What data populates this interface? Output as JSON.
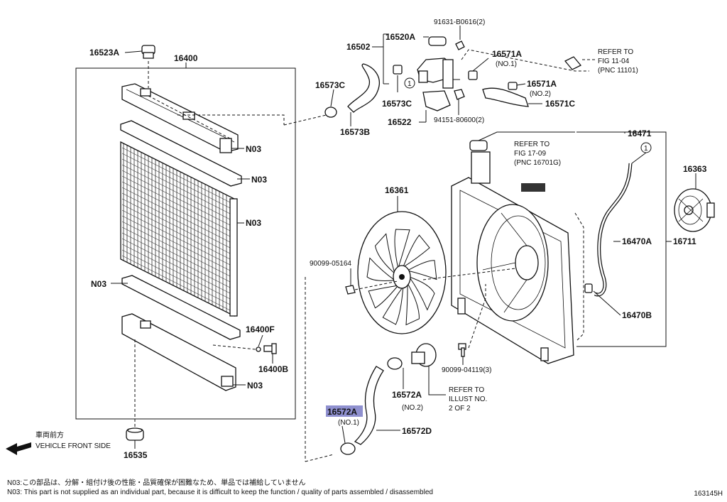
{
  "labels": {
    "p16400": "16400",
    "p16523A": "16523A",
    "p16502": "16502",
    "p16520A": "16520A",
    "p91631": "91631-B0616(2)",
    "p16571A_1": "16571A",
    "no1_a": "(NO.1)",
    "p16571A_2": "16571A",
    "no2_a": "(NO.2)",
    "p16571C": "16571C",
    "p16573C_1": "16573C",
    "p16573C_2": "16573C",
    "p16573B": "16573B",
    "p16522": "16522",
    "p94151": "94151-80600(2)",
    "refer_1104_a": "REFER TO",
    "refer_1104_b": "FIG 11-04",
    "refer_1104_c": "(PNC 11101)",
    "p16471": "16471",
    "refer_1709_a": "REFER TO",
    "refer_1709_b": "FIG 17-09",
    "refer_1709_c": "(PNC 16701G)",
    "p16363": "16363",
    "p16361": "16361",
    "p16470A": "16470A",
    "p16711": "16711",
    "p16470B": "16470B",
    "p90099_05164": "90099-05164",
    "p90099_04119": "90099-04119(3)",
    "p16400F": "16400F",
    "p16400B": "16400B",
    "p16535": "16535",
    "p16572A_1": "16572A",
    "no2_b": "(NO.2)",
    "p16572A_2": "16572A",
    "no1_b": "(NO.1)",
    "p16572D": "16572D",
    "refer_illust_a": "REFER TO",
    "refer_illust_b": "ILLUST NO.",
    "refer_illust_c": "2 OF 2",
    "n03_1": "N03",
    "n03_2": "N03",
    "n03_3": "N03",
    "n03_4": "N03",
    "n03_5": "N03",
    "circle_1a": "1",
    "circle_1b": "1",
    "front_jp": "車両前方",
    "front_en": "VEHICLE FRONT SIDE"
  },
  "footnote_jp": "N03:この部品は、分解・組付け後の性能・品質確保が困難なため、単品では補給していません",
  "footnote_en": "N03: This part is not supplied as an individual part, because it is difficult to keep the function / quality of parts assembled / disassembled",
  "diagram_code": "163145H",
  "highlight_color": "#8f90cf"
}
